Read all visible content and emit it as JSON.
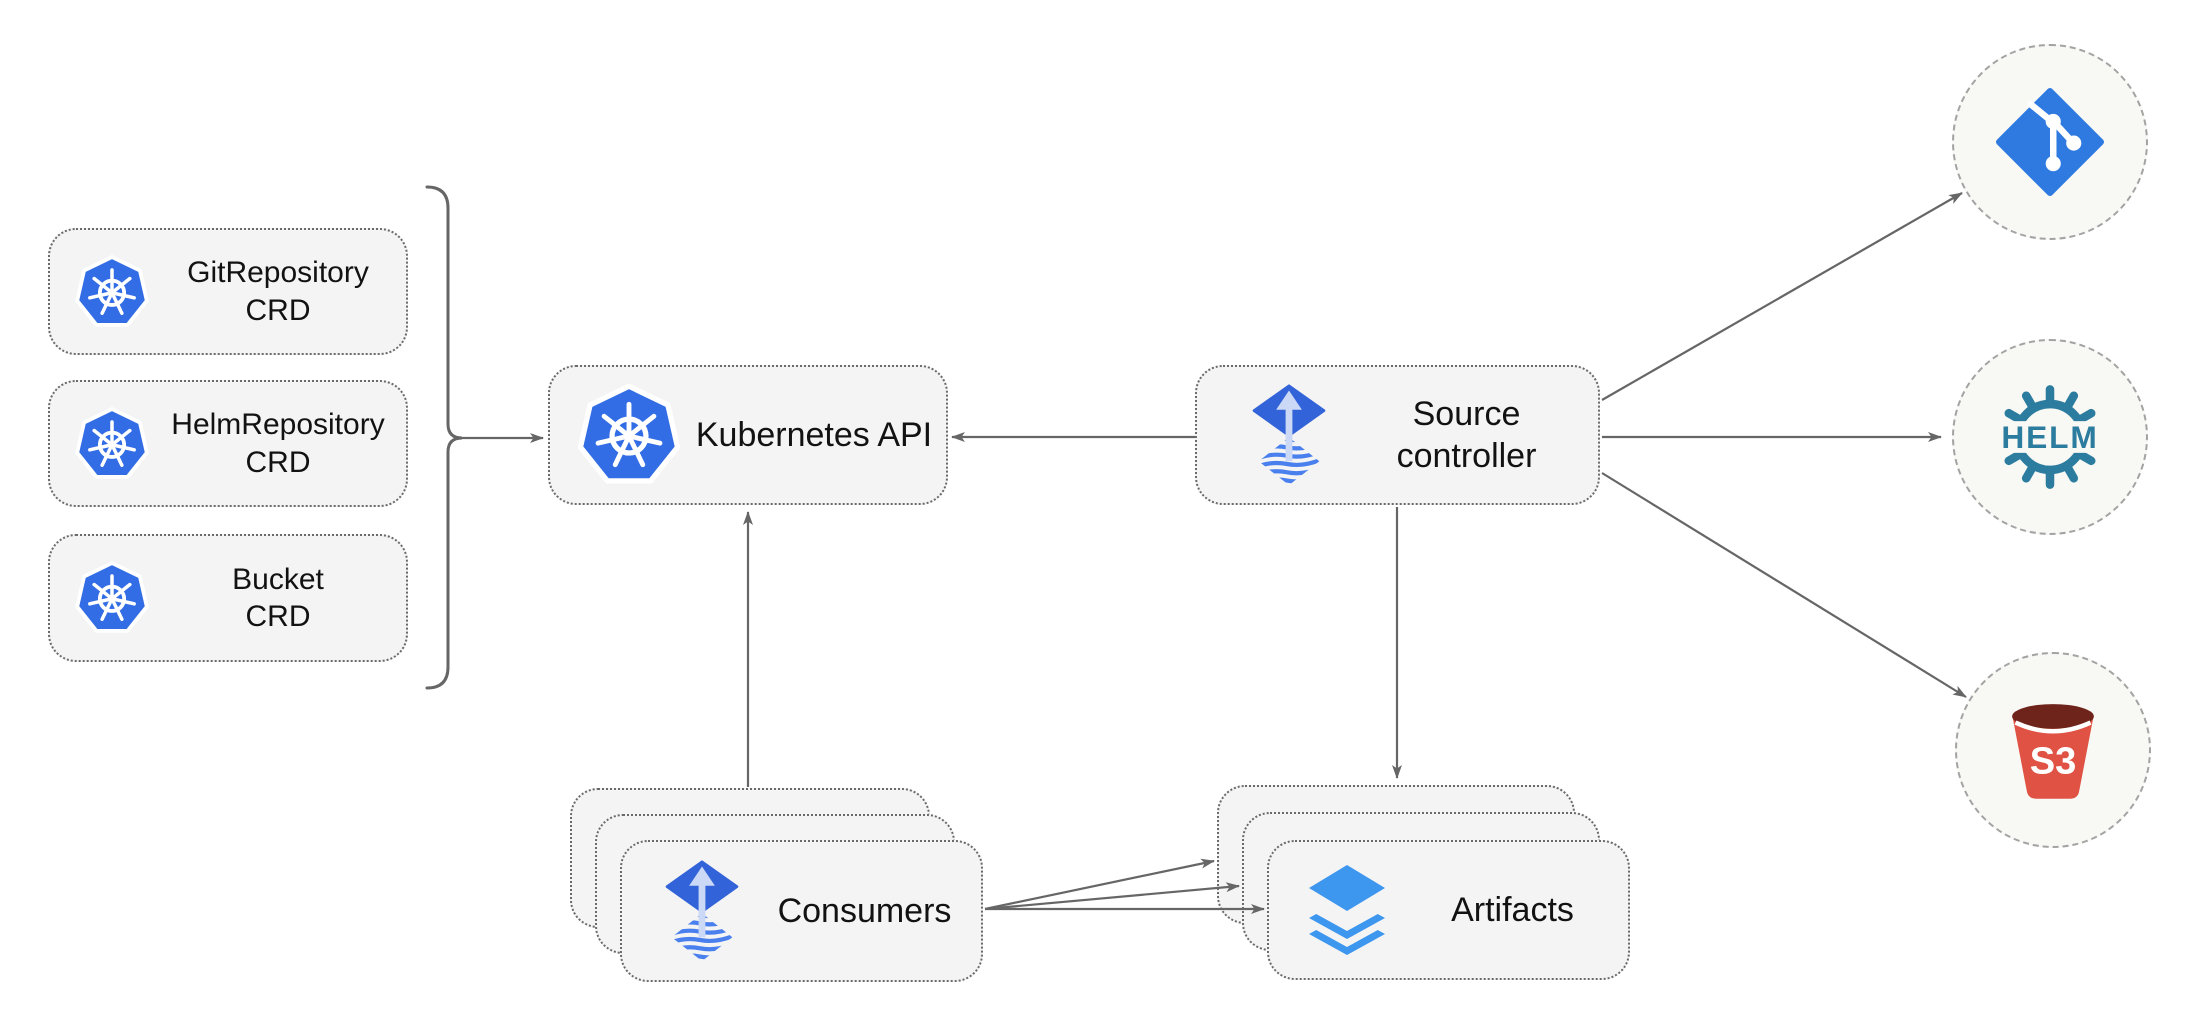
{
  "nodes": {
    "crd_boxes": [
      {
        "line1": "GitRepository",
        "line2": "CRD"
      },
      {
        "line1": "HelmRepository",
        "line2": "CRD"
      },
      {
        "line1": "Bucket",
        "line2": "CRD"
      }
    ],
    "kubernetes_api": {
      "label": "Kubernetes API"
    },
    "source_controller": {
      "line1": "Source",
      "line2": "controller"
    },
    "consumers": {
      "label": "Consumers"
    },
    "artifacts": {
      "label": "Artifacts"
    }
  },
  "sources": {
    "git": {
      "icon": "git-icon"
    },
    "helm": {
      "icon": "helm-icon",
      "label": "HELM"
    },
    "s3": {
      "icon": "s3-bucket-icon",
      "label": "S3"
    }
  },
  "icons": {
    "kubernetes": "kubernetes-icon",
    "flux": "flux-icon",
    "layers": "layers-icon",
    "git": "git-icon",
    "helm": "helm-icon",
    "s3": "s3-bucket-icon"
  },
  "edges": [
    {
      "from": "crd-boxes-bracket",
      "to": "kubernetes-api"
    },
    {
      "from": "source-controller",
      "to": "kubernetes-api"
    },
    {
      "from": "source-controller",
      "to": "git-source"
    },
    {
      "from": "source-controller",
      "to": "helm-source"
    },
    {
      "from": "source-controller",
      "to": "s3-source"
    },
    {
      "from": "source-controller",
      "to": "artifacts"
    },
    {
      "from": "consumers",
      "to": "kubernetes-api"
    },
    {
      "from": "consumers",
      "to": "artifacts",
      "count": 3
    }
  ],
  "colors": {
    "kubernetes_blue": "#326de5",
    "flux_blue": "#3363d9",
    "flux_arrow_light": "#cbd8f6",
    "flux_wave_blue": "#4a80ee",
    "layers_blue": "#3e97ef",
    "git_blue": "#2f7ae0",
    "helm_teal": "#2b7c9e",
    "s3_red": "#e05243",
    "s3_dark": "#6f241b",
    "node_fill": "#f4f4f4",
    "node_border": "#6a6a6a",
    "circle_fill": "#f8f8f4",
    "circle_border": "#a3a3a3",
    "arrow_gray": "#666666"
  }
}
